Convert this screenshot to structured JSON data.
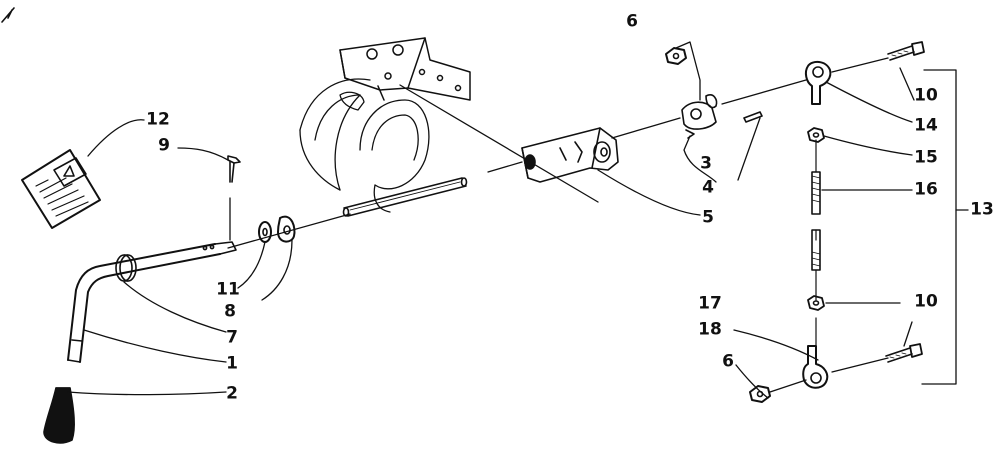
{
  "colors": {
    "ink": "#111111",
    "paper": "#ffffff"
  },
  "callouts": {
    "c1": "1",
    "c2": "2",
    "c3": "3",
    "c4": "4",
    "c5": "5",
    "c6a": "6",
    "c6b": "6",
    "c7": "7",
    "c8": "8",
    "c9": "9",
    "c10a": "10",
    "c10b": "10",
    "c11": "11",
    "c12": "12",
    "c13": "13",
    "c14": "14",
    "c15": "15",
    "c16": "16",
    "c17": "17",
    "c18": "18"
  }
}
